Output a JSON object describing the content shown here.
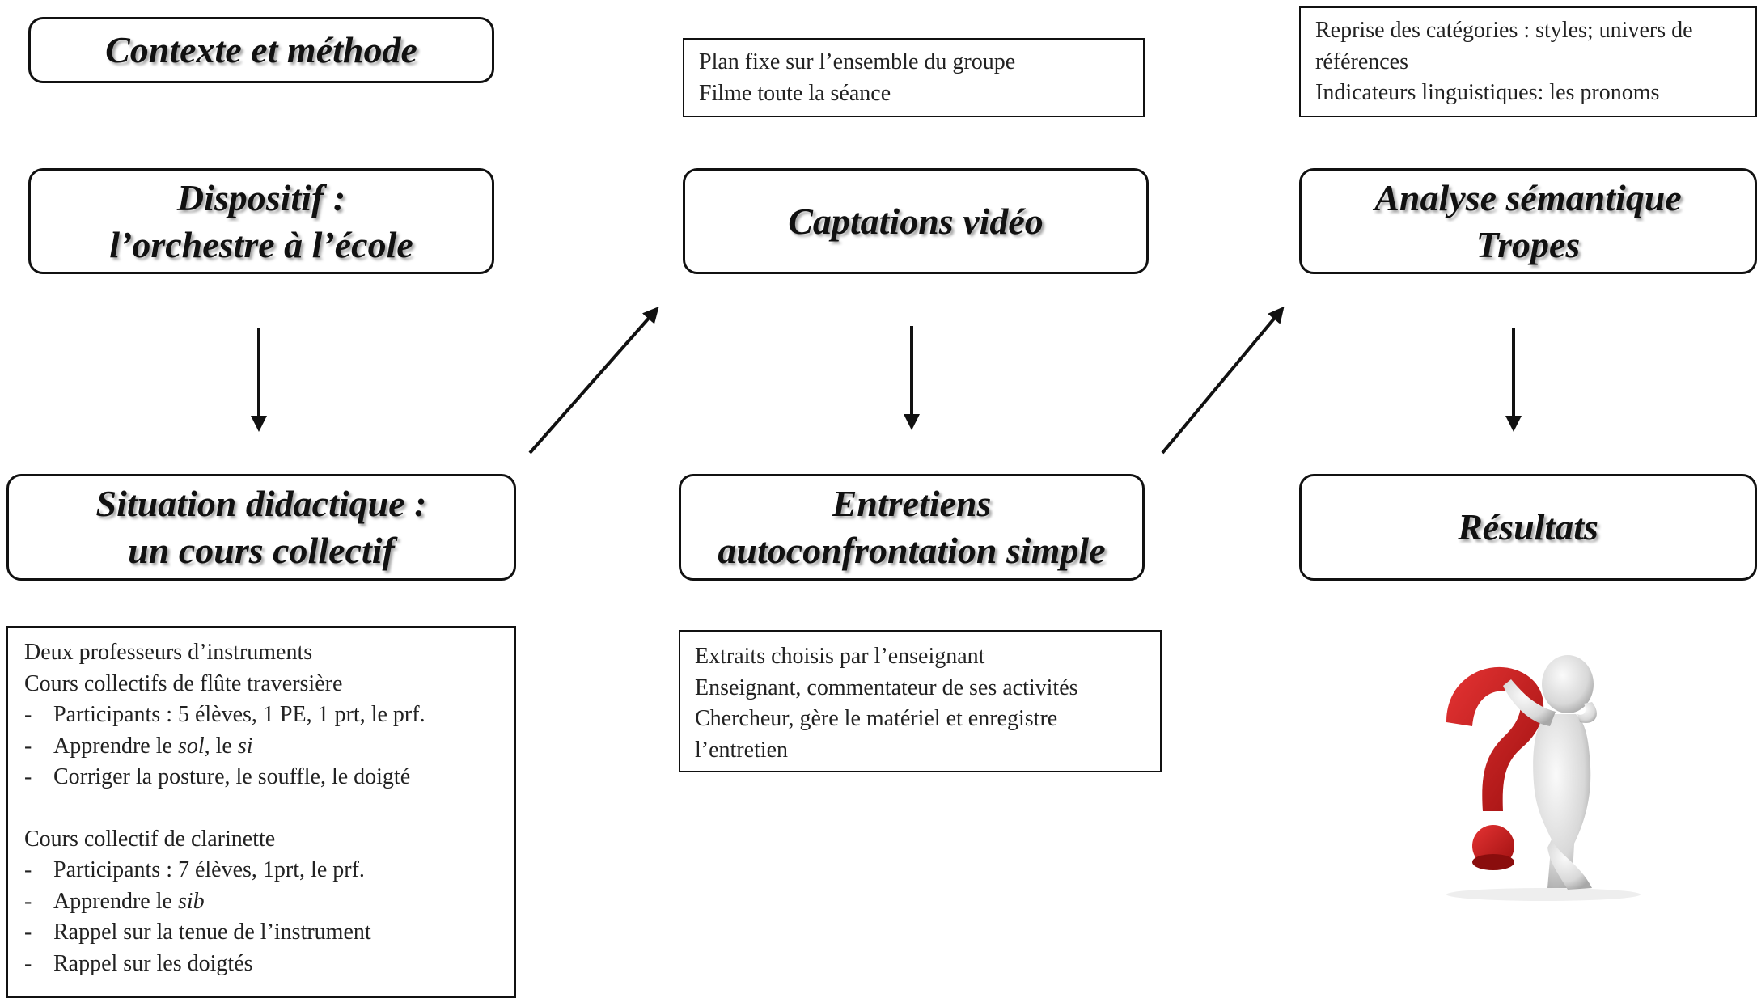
{
  "boxes": {
    "contexte": "Contexte et méthode",
    "dispositif": [
      "Dispositif :",
      "l’orchestre à l’école"
    ],
    "situation": [
      "Situation didactique :",
      "un cours collectif"
    ],
    "captations": "Captations vidéo",
    "entretiens": [
      "Entretiens",
      "autoconfrontation simple"
    ],
    "analyse": [
      "Analyse sémantique",
      "Tropes"
    ],
    "resultats": "Résultats"
  },
  "notes": {
    "captations": [
      "Plan fixe sur l’ensemble du groupe",
      "Filme toute la séance"
    ],
    "analyse": [
      "Reprise des catégories : styles; univers de",
      "références",
      "Indicateurs linguistiques: les pronoms"
    ],
    "entretiens": [
      "Extraits choisis par l’enseignant",
      "Enseignant, commentateur de ses activités",
      "Chercheur, gère le matériel et enregistre",
      "l’entretien"
    ],
    "situation": {
      "line1": "Deux professeurs d’instruments",
      "line2": "Cours collectifs de flûte traversière",
      "flute_items": {
        "participants": "Participants : 5 élèves, 1 PE, 1 prt, le prf.",
        "apprendre_prefix": "Apprendre le ",
        "sol": "sol",
        "mid": ", le ",
        "si": "si",
        "corriger": "Corriger la posture, le souffle, le doigté"
      },
      "line_clar": "Cours collectif  de clarinette",
      "clar_items": {
        "participants": "Participants : 7 élèves, 1prt, le prf.",
        "apprendre_prefix": "Apprendre le ",
        "sib": "sib",
        "tenue": "Rappel sur la tenue de l’instrument",
        "doigtes": "Rappel sur les doigtés"
      },
      "dash": "-"
    }
  },
  "colors": {
    "border": "#111111",
    "question_mark": "#c81e1e",
    "figure": "#e4e4e4"
  },
  "icons": {
    "thinking_figure": "thinking-person-question-mark-icon"
  }
}
